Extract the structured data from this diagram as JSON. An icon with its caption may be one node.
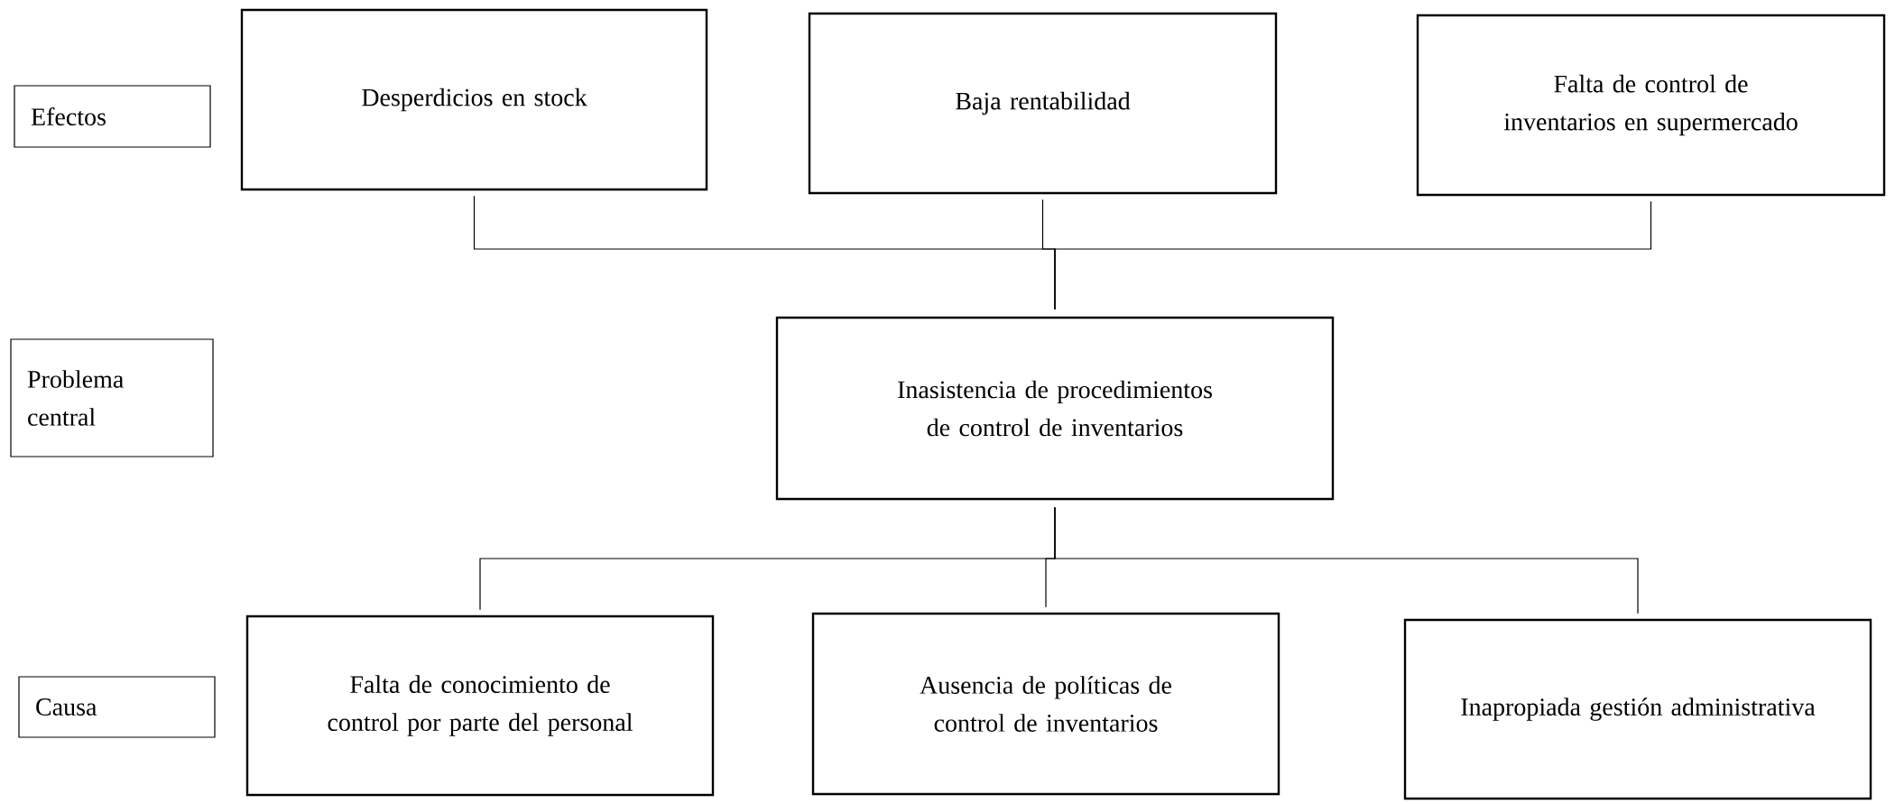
{
  "diagram": {
    "nodes": [
      {
        "text": [
          "Efectos"
        ]
      },
      {
        "text": [
          "Desperdicios en stock"
        ]
      },
      {
        "text": [
          "Baja rentabilidad"
        ]
      },
      {
        "text": [
          "Falta de control de inventarios en supermercado"
        ]
      },
      {
        "text": [
          "Problema central"
        ]
      },
      {
        "text": [
          "Inasistencia de procedimientos de control de inventarios"
        ]
      },
      {
        "text": [
          "Causa"
        ]
      },
      {
        "text": [
          "Falta de conocimiento de control por parte del personal"
        ]
      },
      {
        "text": [
          "Ausencia de políticas de control de inventarios"
        ]
      },
      {
        "text": [
          "Inapropiada gestión administrativa"
        ]
      }
    ],
    "edges": [
      {
        "from": 5,
        "to": 1,
        "arrow": "none"
      },
      {
        "from": 5,
        "to": 2,
        "arrow": "none"
      },
      {
        "from": 5,
        "to": 3,
        "arrow": "none"
      },
      {
        "from": 5,
        "to": 7,
        "arrow": "none"
      },
      {
        "from": 5,
        "to": 8,
        "arrow": "none"
      },
      {
        "from": 5,
        "to": 9,
        "arrow": "none"
      }
    ]
  }
}
